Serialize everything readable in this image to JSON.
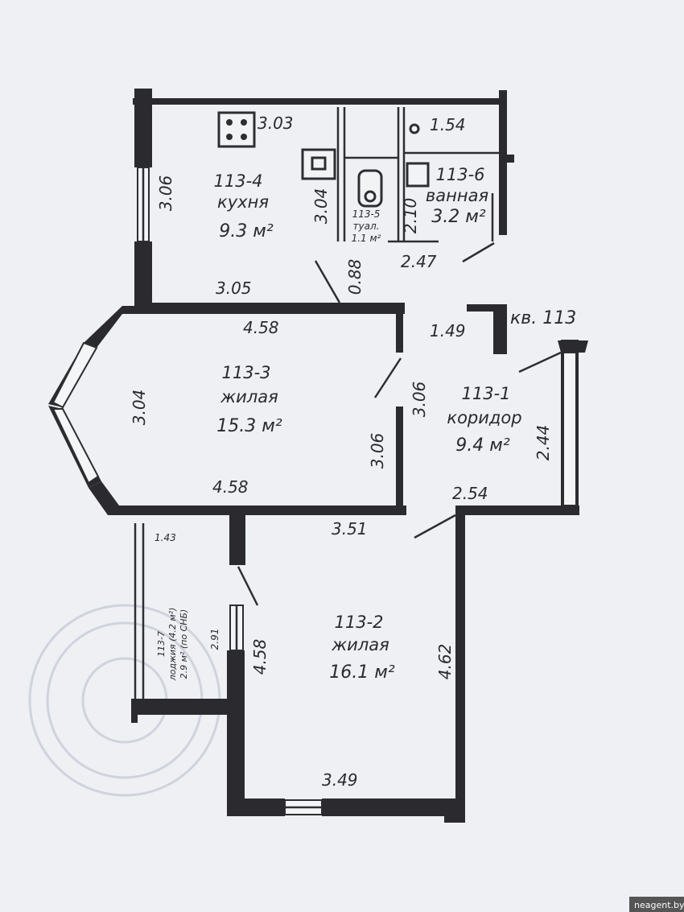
{
  "apartment_label": "кв. 113",
  "rooms": {
    "kitchen": {
      "id": "113-4",
      "name": "кухня",
      "area": "9.3 м²"
    },
    "toilet": {
      "id": "113-5",
      "name": "туал.",
      "area": "1.1 м²"
    },
    "bathroom": {
      "id": "113-6",
      "name": "ванная",
      "area": "3.2 м²"
    },
    "living1": {
      "id": "113-3",
      "name": "жилая",
      "area": "15.3 м²"
    },
    "corridor": {
      "id": "113-1",
      "name": "коридор",
      "area": "9.4 м²"
    },
    "living2": {
      "id": "113-2",
      "name": "жилая",
      "area": "16.1 м²"
    },
    "loggia": {
      "id": "113-7",
      "name": "лоджия (4.2 м²)",
      "area": "2.9 м² (по СНБ)"
    }
  },
  "dimensions": {
    "kitchen_top": "3.03",
    "kitchen_left": "3.06",
    "kitchen_right": "3.04",
    "kitchen_bottom": "3.05",
    "bath_top": "1.54",
    "bath_side": "2.10",
    "bath_bottom": "2.47",
    "door_088": "0.88",
    "living1_top": "4.58",
    "living1_left": "3.04",
    "living1_right": "3.06",
    "living1_bottom": "4.58",
    "corridor_149": "1.49",
    "corridor_left": "3.06",
    "corridor_right": "2.44",
    "corridor_bottom": "2.54",
    "corridor_351": "3.51",
    "loggia_top": "1.43",
    "loggia_side": "2.91",
    "living2_left": "4.58",
    "living2_right": "4.62",
    "living2_bottom": "3.49"
  },
  "watermark": "neagent.by"
}
